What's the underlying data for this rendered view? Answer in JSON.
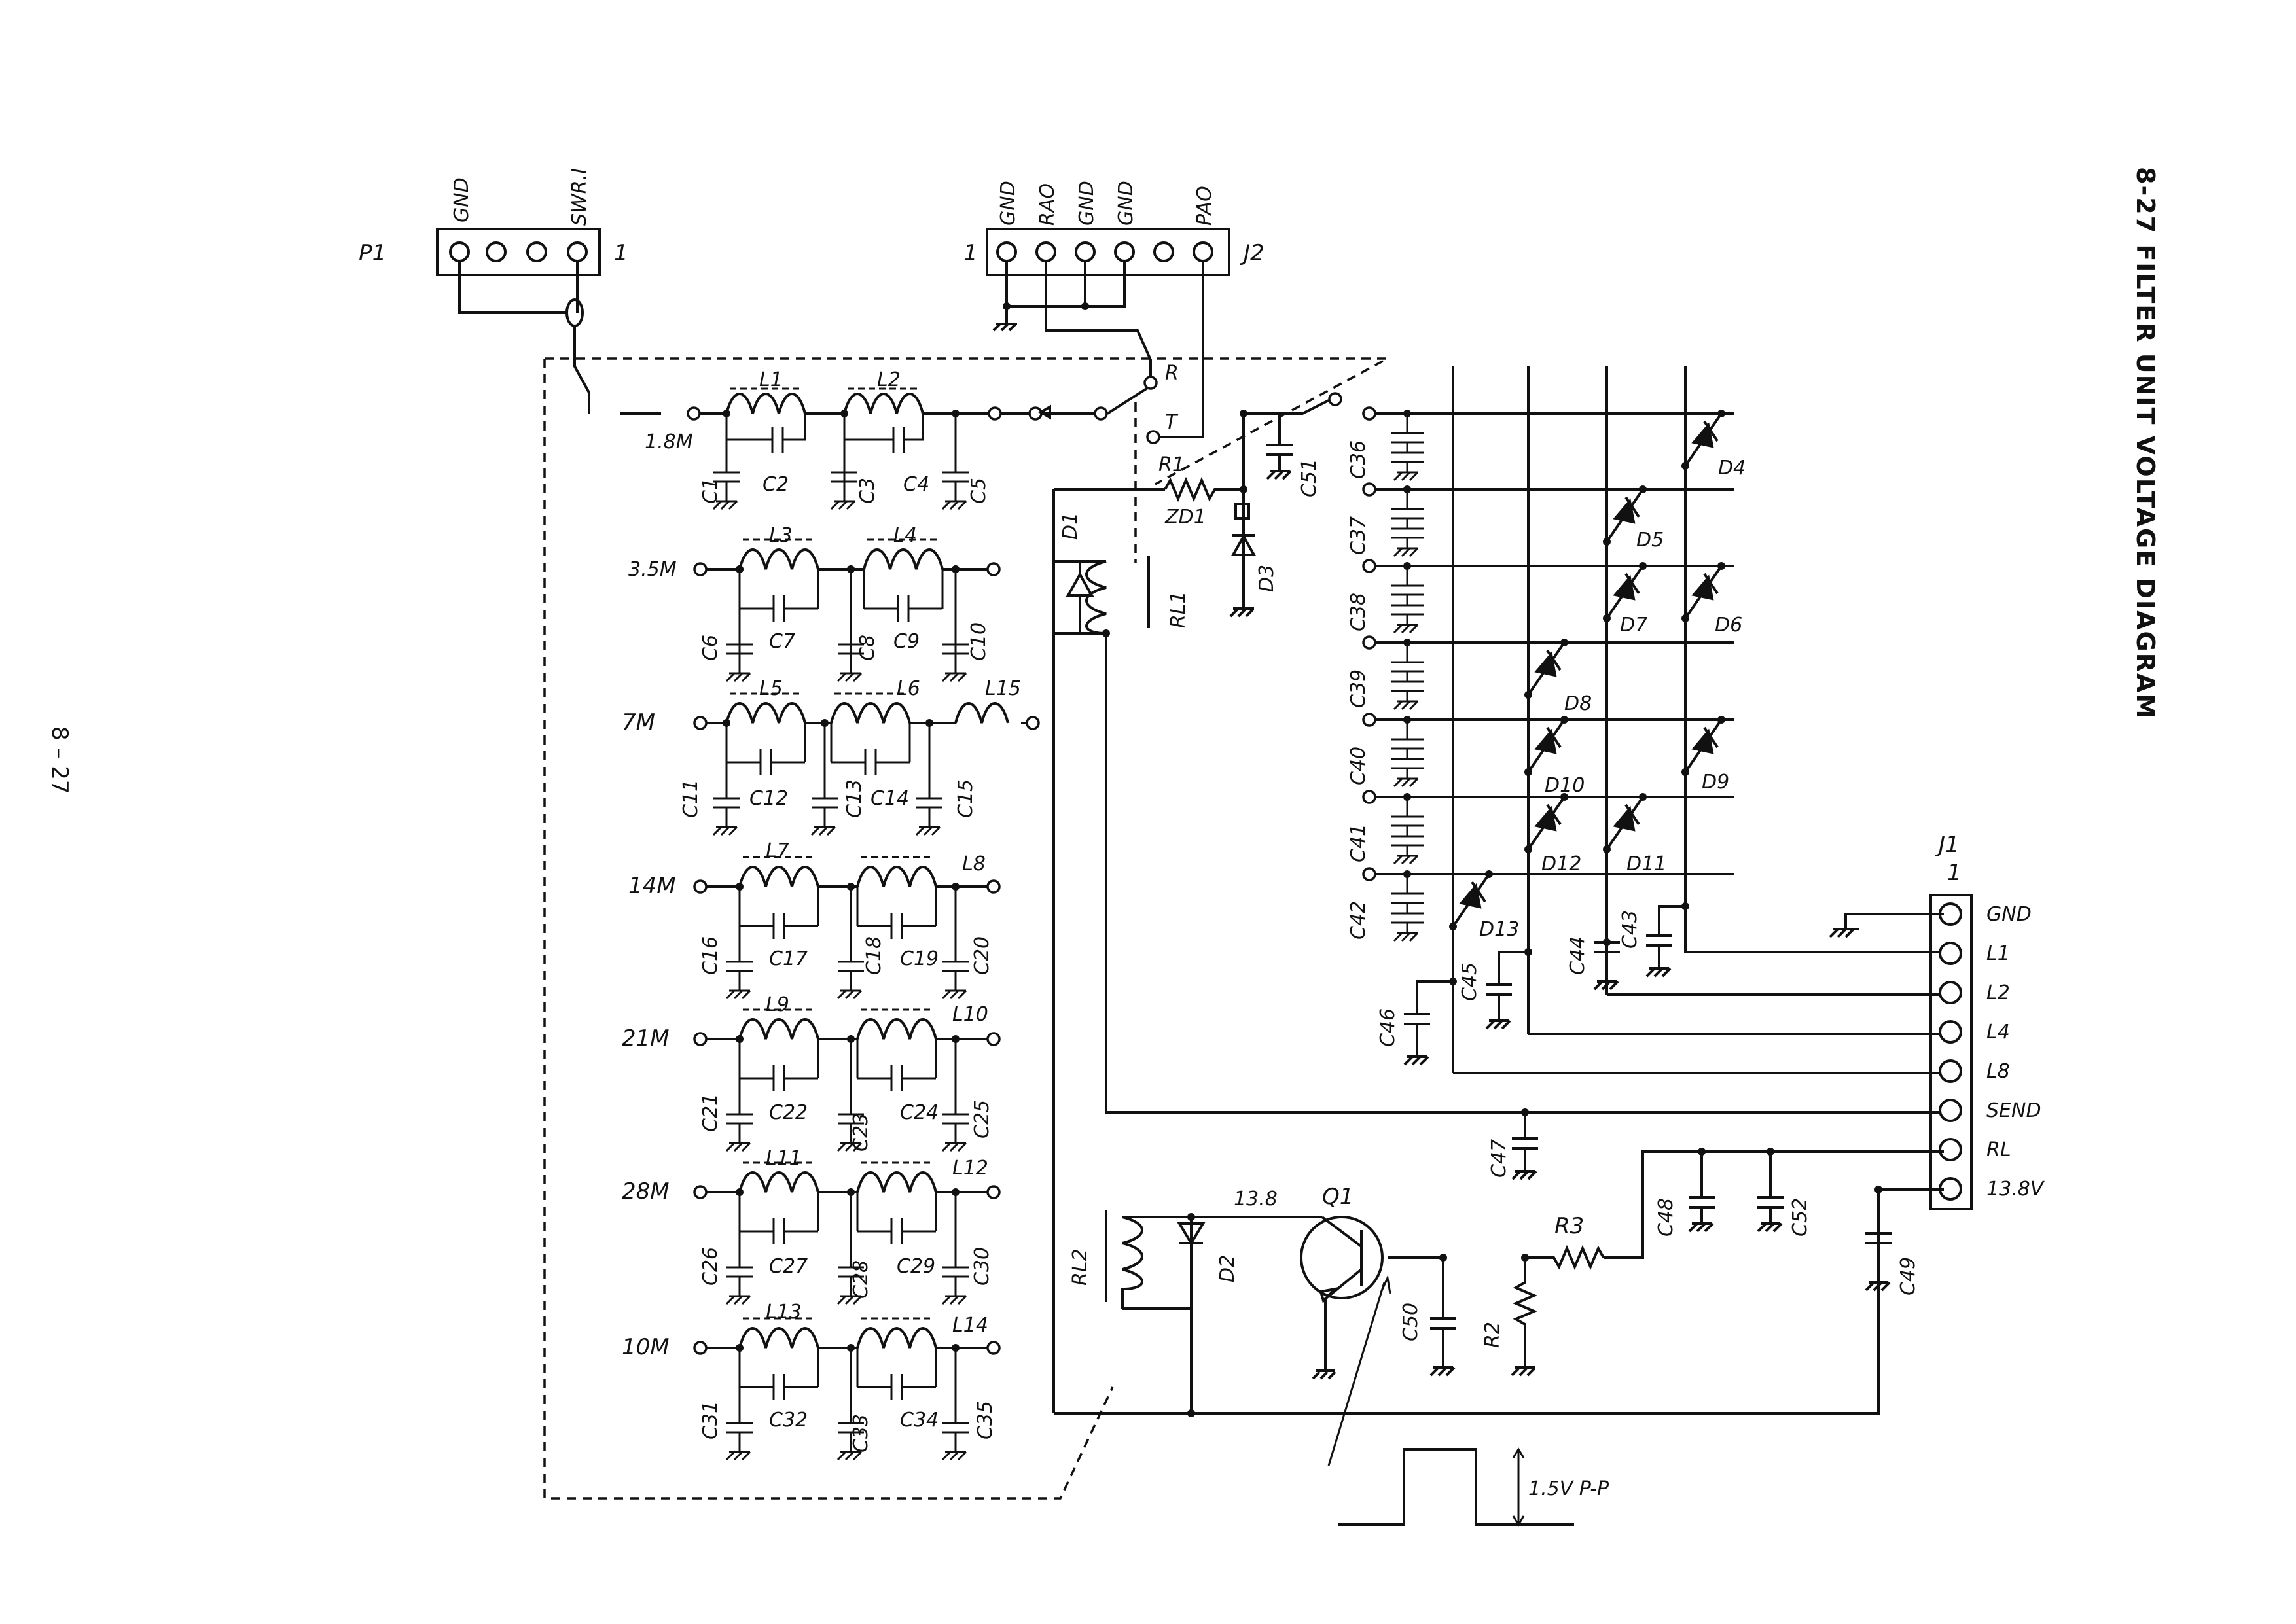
{
  "title": "8-27  FILTER UNIT VOLTAGE DIAGRAM",
  "page_number": "8 – 27",
  "connectors": {
    "P1": {
      "name": "P1",
      "pin1_marker": "1",
      "pins": [
        "GND",
        "",
        "",
        "SWR.I"
      ]
    },
    "J2": {
      "name": "J2",
      "pin1_marker": "1",
      "pins": [
        "GND",
        "RAO",
        "GND",
        "GND",
        "",
        "PAO"
      ]
    },
    "J1": {
      "name": "J1",
      "pin1_marker": "1",
      "pins": [
        "GND",
        "L1",
        "L2",
        "L4",
        "L8",
        "SEND",
        "RL",
        "13.8V"
      ]
    }
  },
  "relay_contacts": {
    "receive": "R",
    "transmit": "T"
  },
  "bands": [
    {
      "label": "1.8M",
      "inductors": [
        "L1",
        "L2"
      ],
      "caps": [
        "C1",
        "C2",
        "C3",
        "C4",
        "C5"
      ]
    },
    {
      "label": "3.5M",
      "inductors": [
        "L3",
        "L4"
      ],
      "caps": [
        "C6",
        "C7",
        "C8",
        "C9",
        "C10"
      ]
    },
    {
      "label": "7M",
      "inductors": [
        "L5",
        "L6",
        "L15"
      ],
      "caps": [
        "C11",
        "C12",
        "C13",
        "C14",
        "C15"
      ]
    },
    {
      "label": "14M",
      "inductors": [
        "L7",
        "L8"
      ],
      "caps": [
        "C16",
        "C17",
        "C18",
        "C19",
        "C20"
      ]
    },
    {
      "label": "21M",
      "inductors": [
        "L9",
        "L10"
      ],
      "caps": [
        "C21",
        "C22",
        "C23",
        "C24",
        "C25"
      ]
    },
    {
      "label": "28M",
      "inductors": [
        "L11",
        "L12"
      ],
      "caps": [
        "C26",
        "C27",
        "C28",
        "C29",
        "C30"
      ]
    },
    {
      "label": "10M",
      "inductors": [
        "L13",
        "L14"
      ],
      "caps": [
        "C31",
        "C32",
        "C33",
        "C34",
        "C35"
      ]
    }
  ],
  "relay_section": {
    "r1": "R1",
    "zd1": "ZD1",
    "c51": "C51",
    "d1": "D1",
    "rl1": "RL1",
    "d3": "D3"
  },
  "matrix": {
    "caps": [
      "C36",
      "C37",
      "C38",
      "C39",
      "C40",
      "C41",
      "C42"
    ],
    "diodes": [
      "D4",
      "D5",
      "D7",
      "D6",
      "D8",
      "D10",
      "D9",
      "D12",
      "D11",
      "D13"
    ],
    "bus_caps": [
      "C44",
      "C43",
      "C45",
      "C46"
    ]
  },
  "driver": {
    "rl2": "RL2",
    "d2": "D2",
    "q1": "Q1",
    "collector_voltage": "13.8",
    "r2": "R2",
    "r3": "R3",
    "c47": "C47",
    "c48": "C48",
    "c49": "C49",
    "c50": "C50",
    "c52": "C52"
  },
  "waveform": {
    "amplitude": "1.5V P-P"
  }
}
